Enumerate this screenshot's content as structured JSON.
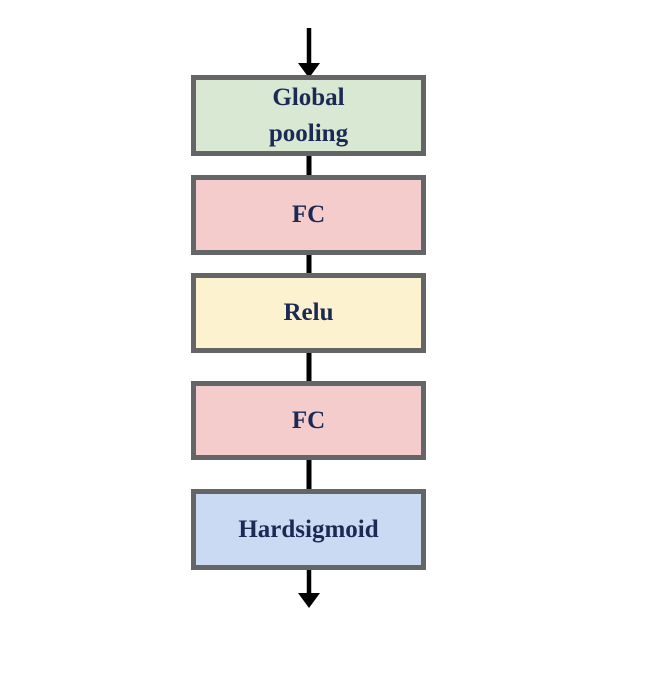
{
  "diagram": {
    "background_color": "#ffffff",
    "border_color": "#636567",
    "label_color": "#1b2a55",
    "arrow_color": "#000000",
    "nodes": [
      {
        "id": "global-pooling",
        "lines": [
          "Global",
          "pooling"
        ],
        "fill": "#d9e8d2"
      },
      {
        "id": "fc-1",
        "lines": [
          "FC"
        ],
        "fill": "#f4cccc"
      },
      {
        "id": "relu",
        "lines": [
          "Relu"
        ],
        "fill": "#fdf2cf"
      },
      {
        "id": "fc-2",
        "lines": [
          "FC"
        ],
        "fill": "#f4cccc"
      },
      {
        "id": "hardsigmoid",
        "lines": [
          "Hardsigmoid"
        ],
        "fill": "#c9daf2"
      }
    ],
    "icons": [
      {
        "name": "arrow-down-input-icon"
      },
      {
        "name": "arrow-down-output-icon"
      }
    ]
  }
}
